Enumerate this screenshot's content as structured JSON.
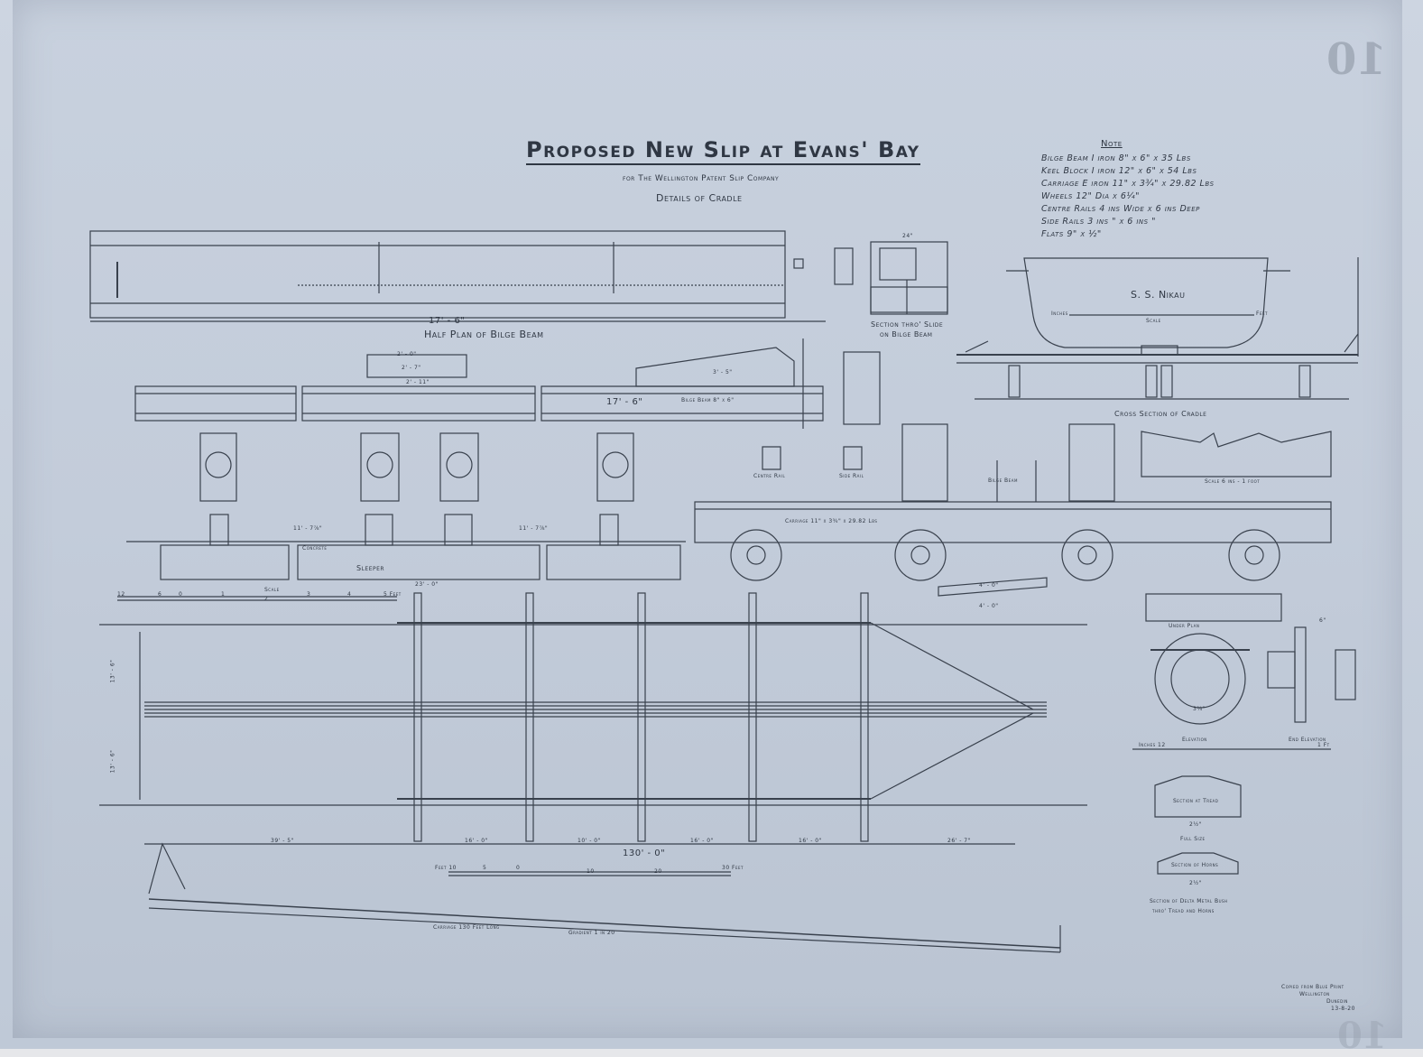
{
  "title": "Proposed New Slip at Evans' Bay",
  "subtitle": "for The Wellington Patent Slip Company",
  "subtitle2": "Details of Cradle",
  "note": {
    "heading": "Note",
    "lines": [
      "Bilge Beam I iron 8\" x 6\" x 35 Lbs",
      "Keel Block I iron 12\" x 6\" x 54 Lbs",
      "Carriage E iron 11\" x 3¾\" x 29.82 Lbs",
      "Wheels 12\" Dia x 6¼\"",
      "Centre Rails 4 ins Wide x 6 ins Deep",
      "Side Rails 3 ins \" x 6 ins \"",
      "Flats 9\" x ½\""
    ]
  },
  "captions": {
    "half_plan": "Half Plan of Bilge Beam",
    "section_slide": "Section thro' Slide",
    "on_bilge_beam": "on Bilge Beam",
    "ship": "S. S. Nikau",
    "cross_section": "Cross Section of Cradle",
    "scale_6ins": "Scale 6 ins - 1 foot",
    "centre_rail": "Centre Rail",
    "side_rail": "Side Rail",
    "bilge_beam": "Bilge Beam",
    "bilge_beam_8x6": "Bilge Beam 8\" x 6\"",
    "carriage_label": "Carriage 11\" x 3¾\" x 29.82 Lbs",
    "concrete": "Concrete",
    "sleeper": "Sleeper",
    "scale": "Scale",
    "under_plan": "Under Plan",
    "elevation": "Elevation",
    "end_elevation": "End Elevation",
    "section_at_tread": "Section at Tread",
    "full_size": "Full Size",
    "section_of_horns": "Section of Horns",
    "section_delta": "Section of Delta Metal Bush",
    "thro_tread": "thro' Tread and Horns",
    "carriage_130": "Carriage 130 Feet Long",
    "gradient": "Gradient 1 in 20",
    "ship_scale": "Scale",
    "ship_inches": "Inches",
    "ship_feet": "Feet"
  },
  "dimensions": {
    "d_17_6_top": "17' - 6\"",
    "d_17_6_mid": "17' - 6\"",
    "d_24": "24\"",
    "d_3_5": "3' - 5\"",
    "d_4_0a": "4' - 0\"",
    "d_4_0b": "4' - 0\"",
    "d_11_7a": "11' - 7⅞\"",
    "d_11_7b": "11' - 7⅞\"",
    "d_2_0": "2' - 0\"",
    "d_2_7": "2' - 7\"",
    "d_2_11": "2' - 11\"",
    "d_23_0": "23' - 0\"",
    "d_13_6a": "13' - 6\"",
    "d_13_6b": "13' - 6\"",
    "d_39_5": "39' - 5\"",
    "d_16_0a": "16' - 0\"",
    "d_10_0": "10' - 0\"",
    "d_16_0b": "16' - 0\"",
    "d_16_0c": "16' - 0\"",
    "d_26_7": "26' - 7\"",
    "d_130_0": "130' - 0\"",
    "d_2_half_a": "2½\"",
    "d_2_half_b": "2½\"",
    "d_3_4": "3¾\"",
    "d_6": "6\""
  },
  "scale_bar": {
    "left": [
      "12",
      "6",
      "0",
      "1",
      "2",
      "3",
      "4",
      "5 Feet"
    ],
    "bottom": [
      "Feet 10",
      "5",
      "0",
      "10",
      "20",
      "30 Feet"
    ],
    "elev": [
      "Inches 12",
      "1 Ft"
    ]
  },
  "imprint": [
    "Copied from Blue Print",
    "Wellington",
    "Dunedin",
    "13-8-20"
  ],
  "stamp": "10",
  "colors": {
    "paper": "#c6cfdc",
    "ink": "#2f3743"
  }
}
